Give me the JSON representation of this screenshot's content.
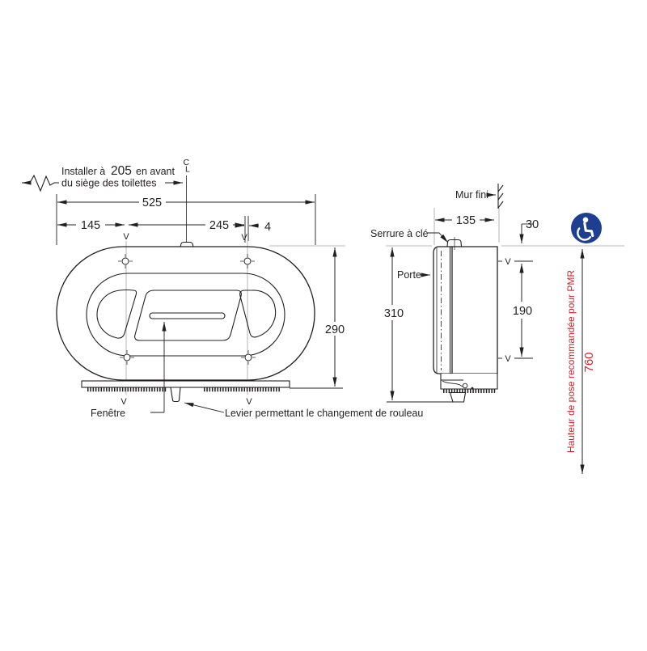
{
  "colors": {
    "ink": "#231f20",
    "construction": "#c5c6c8",
    "red": "#d2232a",
    "blue": "#1e3f91"
  },
  "note": {
    "prefix": "Installer à",
    "value": "205",
    "suffix": "en avant",
    "line2": "du siège des toilettes"
  },
  "centerline": {
    "c": "C",
    "l": "L"
  },
  "front_view": {
    "dim_total_width": "525",
    "dim_left_fixing": "145",
    "dim_fixing_spacing": "245",
    "dim_offset": "4",
    "dim_height": "290",
    "fixing_mark": "V",
    "window_label": "Fenêtre",
    "lever_label": "Levier permettant le changement de rouleau"
  },
  "side_view": {
    "wall_label": "Mur fini",
    "lock_label": "Serrure à clé",
    "door_label": "Porte",
    "dim_depth": "135",
    "dim_top_fixing": "30",
    "dim_height": "310",
    "dim_fixing_spacing": "190",
    "fixing_mark": "V"
  },
  "pmr": {
    "label": "Hauteur de pose recommandée pour PMR",
    "value": "760"
  },
  "icons": {
    "accessibility": "wheelchair-icon"
  }
}
